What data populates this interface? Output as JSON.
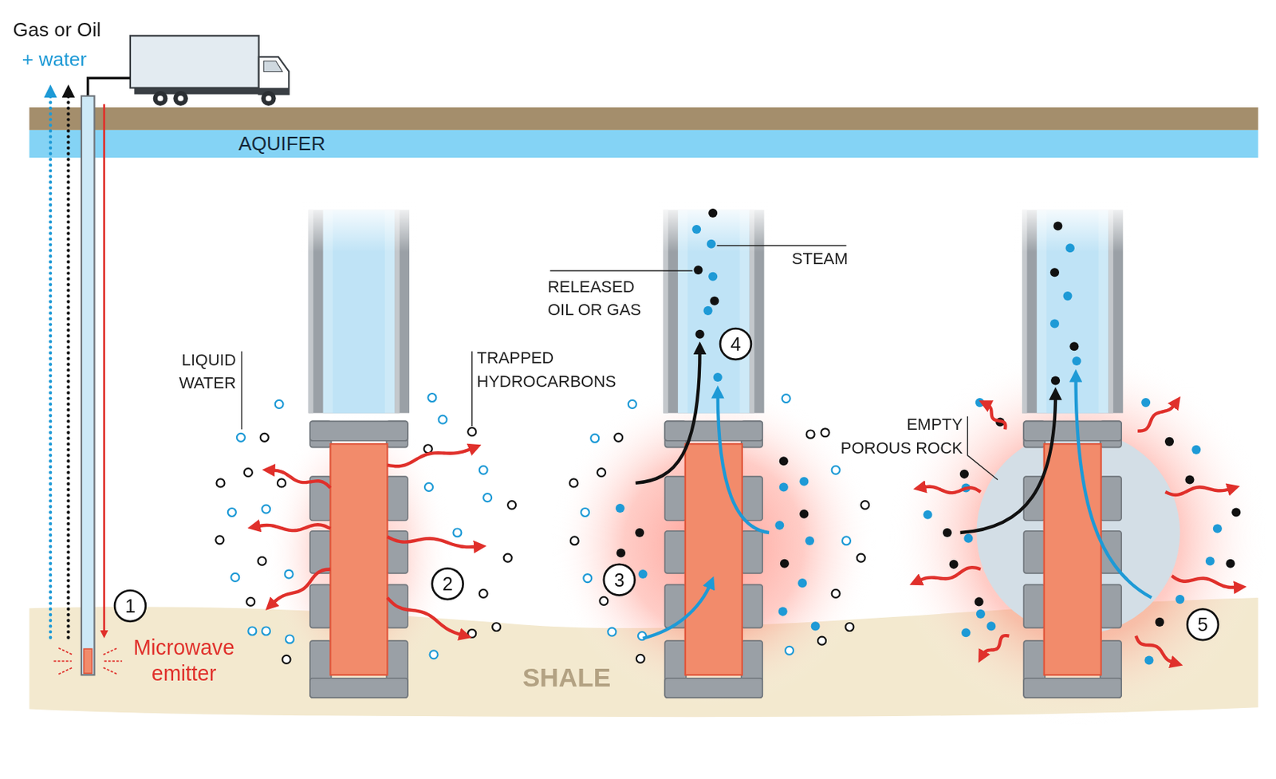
{
  "diagram": {
    "nodes": [
      {
        "text": [
          "AQUIFER"
        ]
      },
      {
        "text": [
          "SHALE"
        ]
      }
    ],
    "labels": [
      "Gas or Oil",
      "+ water",
      "1",
      "Microwave emitter",
      "LIQUID WATER",
      "2",
      "TRAPPED HYDROCARBONS",
      "RELEASED OIL OR GAS",
      "STEAM",
      "4",
      "3",
      "EMPTY POROUS ROCK",
      "5"
    ]
  }
}
